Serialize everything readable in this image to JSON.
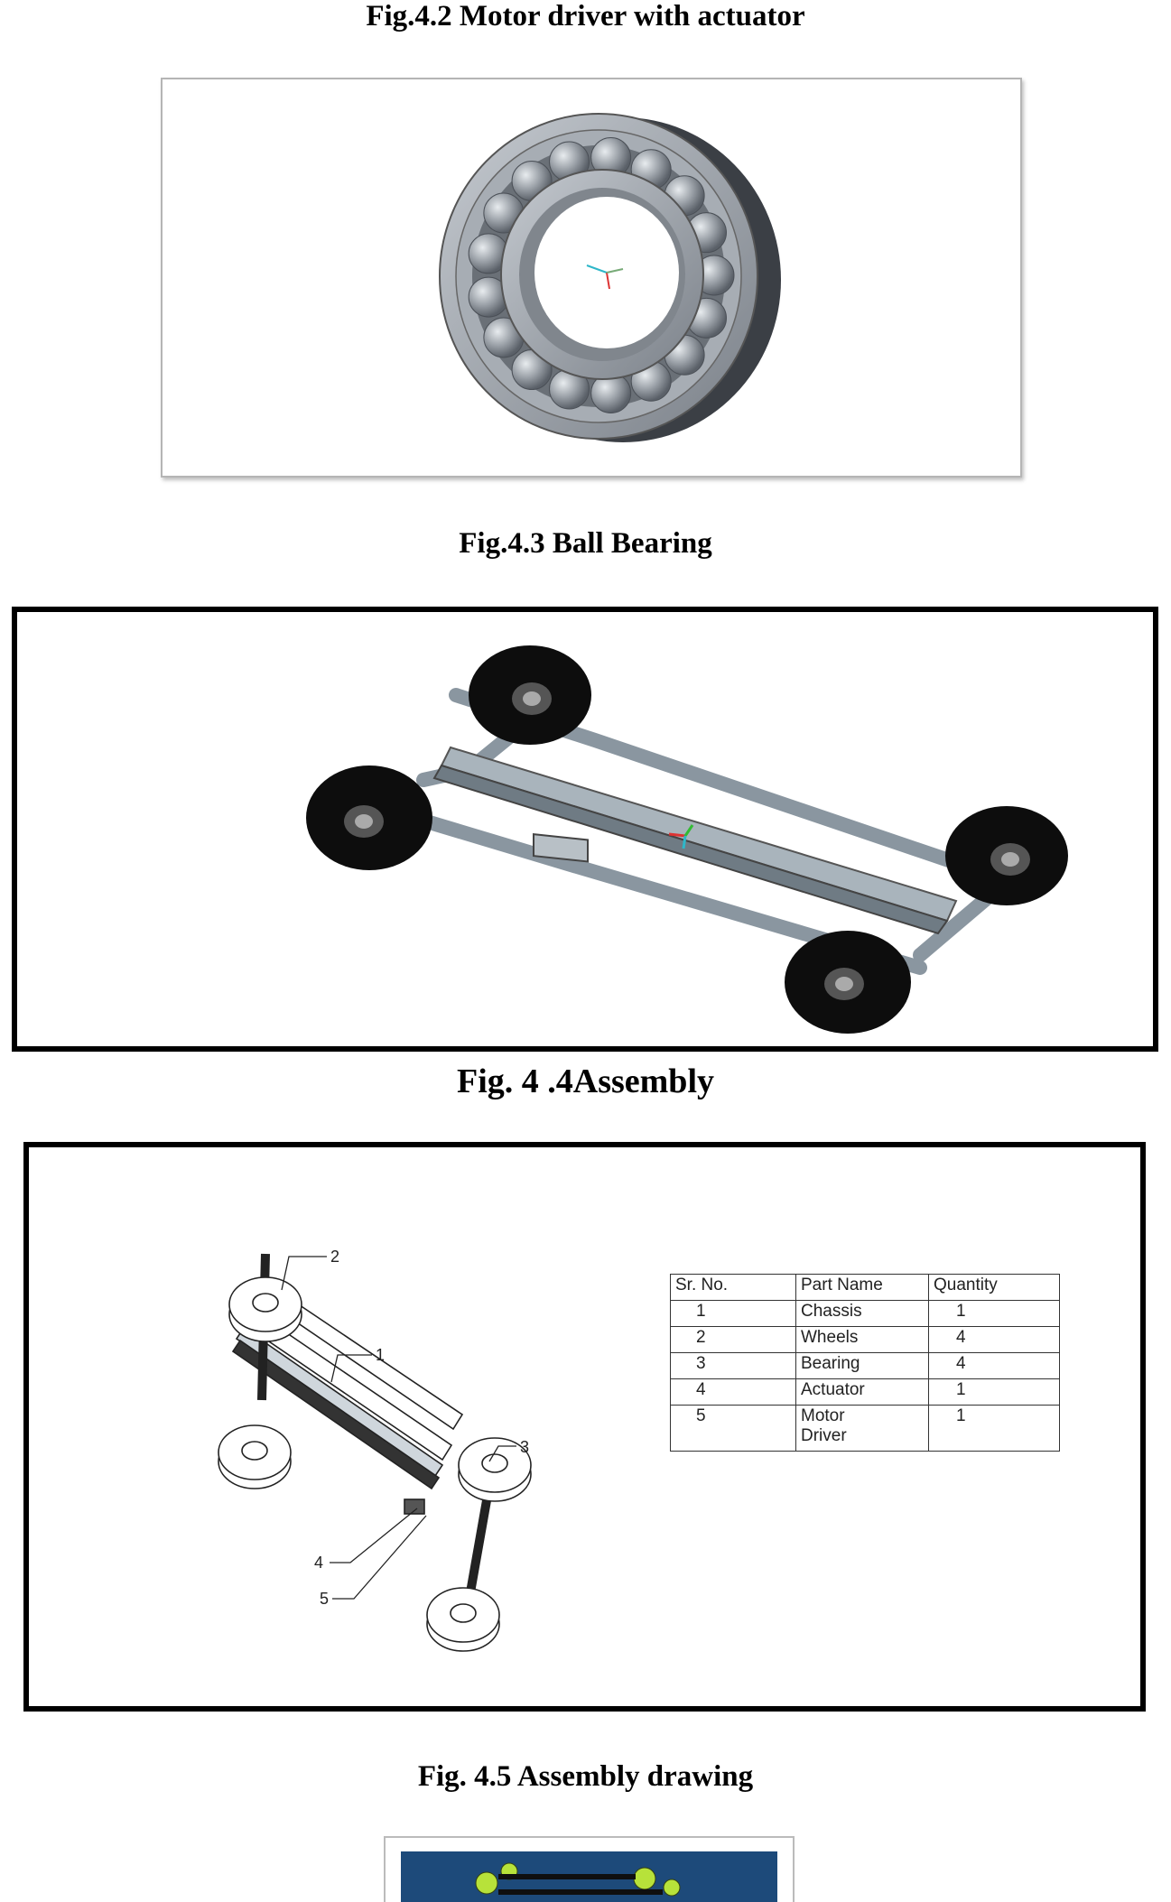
{
  "captions": {
    "fig_4_2": "Fig.4.2 Motor driver with actuator",
    "fig_4_3": "Fig.4.3 Ball Bearing",
    "fig_4_4": "Fig. 4 .4Assembly",
    "fig_4_5": "Fig. 4.5 Assembly drawing"
  },
  "drawing_callouts": [
    "2",
    "1",
    "3",
    "4",
    "5"
  ],
  "parts_table": {
    "headers": [
      "Sr. No.",
      "Part Name",
      "Quantity"
    ],
    "rows": [
      [
        "1",
        "Chassis",
        "1"
      ],
      [
        "2",
        "Wheels",
        "4"
      ],
      [
        "3",
        "Bearing",
        "4"
      ],
      [
        "4",
        "Actuator",
        "1"
      ],
      [
        "5",
        "Motor\nDriver",
        "1"
      ]
    ]
  },
  "colors": {
    "bearing_metal": "#8e949c",
    "frame_tube": "#8f9aa3",
    "tire": "#0d0d0d",
    "sim_background": "#1d4a7a",
    "sim_node": "#b7e23a"
  }
}
